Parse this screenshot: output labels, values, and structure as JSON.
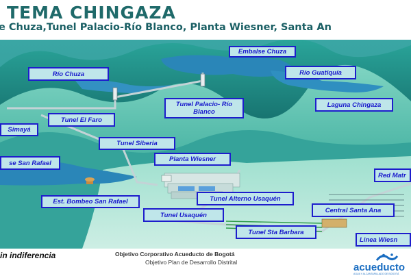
{
  "header": {
    "title": "TEMA CHINGAZA",
    "subtitle": "e Chuza,Tunel Palacio-Río Blanco, Planta Wiesner, Santa An"
  },
  "labels": {
    "embalse_chuza": "Embalse Chuza",
    "rio_chuza": "Río Chuza",
    "rio_guatiquia": "Río Guatiquía",
    "tunel_palacio": "Tunel Palacio- Río Blanco",
    "laguna_chingaza": "Laguna Chingaza",
    "simaya": "Simayá",
    "tunel_el_faro": "Tunel El Faro",
    "tunel_siberia": "Tunel Siberia",
    "planta_wiesner": "Planta Wiesner",
    "se_san_rafael": "se San Rafael",
    "red_matriz": "Red Matr",
    "est_bombeo": "Est. Bombeo San Rafael",
    "tunel_alterno": "Tunel Alterno Usaquén",
    "central_santa_ana": "Central Santa Ana",
    "tunel_usaquen": "Tunel Usaquén",
    "tunel_sta_barbara": "Tunel Sta Barbara",
    "linea_wiesner": "Linea Wiesn"
  },
  "footer": {
    "slogan": "in indiferencia",
    "objective_1": "Objetivo Corporativo Acueducto de Bogotá",
    "objective_2": "Objetivo Plan de Desarrollo Distrital",
    "logo_word": "acueducto",
    "logo_tagline": "AGUA Y ALCANTARILLADO DE BOGOTÁ"
  },
  "colors": {
    "label_border": "#1d1dcc",
    "label_fill": "#bfe6ea",
    "title": "#1f6a6a",
    "water": "#2a86b8",
    "mountain_dark": "#1d8a86",
    "mountain_light": "#63c7b6"
  }
}
